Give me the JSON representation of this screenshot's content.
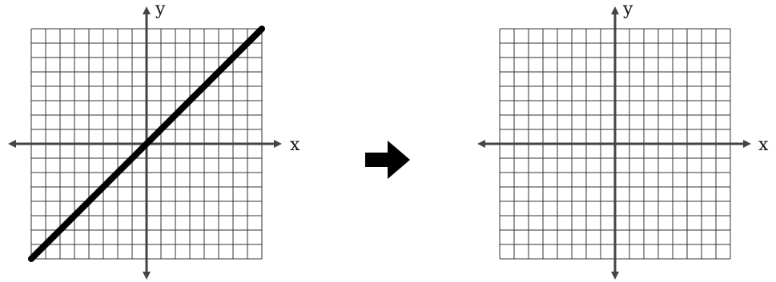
{
  "colors": {
    "grid": "#333333",
    "axis": "#444444",
    "line": "#000000",
    "arrow": "#000000"
  },
  "arrow_icon": "right-arrow-icon",
  "chart_data": [
    {
      "type": "line",
      "xlabel": "x",
      "ylabel": "y",
      "xlim": [
        -8,
        8
      ],
      "ylim": [
        -8,
        8
      ],
      "grid": true,
      "series": [
        {
          "x": [
            -8,
            8
          ],
          "y": [
            -8,
            8
          ]
        }
      ]
    },
    {
      "type": "line",
      "xlabel": "x",
      "ylabel": "y",
      "xlim": [
        -8,
        8
      ],
      "ylim": [
        -8,
        8
      ],
      "grid": true,
      "series": []
    }
  ]
}
